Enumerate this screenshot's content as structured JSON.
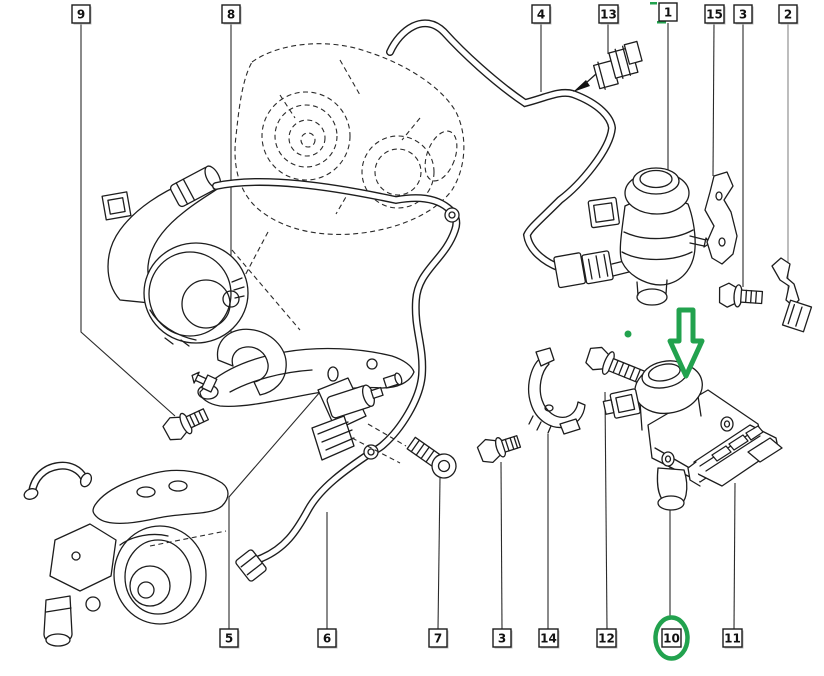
{
  "diagram": {
    "type": "exploded-parts-diagram",
    "background": "#ffffff",
    "callouts": {
      "top": [
        {
          "label": "9"
        },
        {
          "label": "8"
        },
        {
          "label": "4"
        },
        {
          "label": "13"
        },
        {
          "label": "1"
        },
        {
          "label": "15"
        },
        {
          "label": "3"
        },
        {
          "label": "2"
        }
      ],
      "bottom": [
        {
          "label": "5"
        },
        {
          "label": "6"
        },
        {
          "label": "7"
        },
        {
          "label": "3"
        },
        {
          "label": "14"
        },
        {
          "label": "12"
        },
        {
          "label": "10"
        },
        {
          "label": "11"
        }
      ]
    },
    "highlight": {
      "color": "#22a24e",
      "circled_callout": "10",
      "marker": "down-block-arrow",
      "dot": "small-green-dot"
    },
    "colors": {
      "line": "#1d1d1d",
      "leader": "#2b2b2b",
      "leader_grey": "#9a9a9a",
      "highlight_green": "#22a24e",
      "callout_bg": "#ffffff",
      "callout_border": "#1c1c1c"
    }
  }
}
